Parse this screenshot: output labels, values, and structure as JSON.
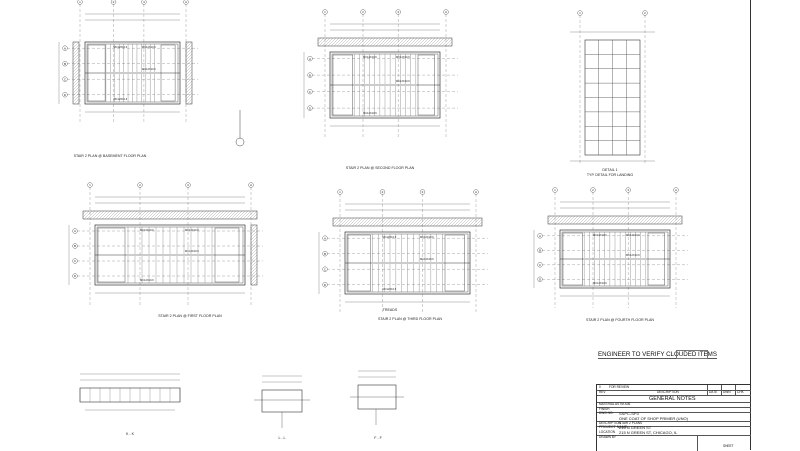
{
  "drawing": {
    "views": [
      {
        "id": "basement",
        "caption": "STAIR 2 PLAN @ BASEMENT FLOOR PLAN"
      },
      {
        "id": "second",
        "caption": "STAIR 2 PLAN @ SECOND FLOOR PLAN"
      },
      {
        "id": "detail1",
        "caption": "DETAIL 1",
        "subcaption": "TYP. DETAIL FOR LANDING"
      },
      {
        "id": "first",
        "caption": "STAIR 2 PLAN @ FIRST FLOOR PLAN"
      },
      {
        "id": "third",
        "caption": "STAIR 2 PLAN @ THIRD FLOOR PLAN"
      },
      {
        "id": "fourth",
        "caption": "STAIR 2 PLAN @ FOURTH FLOOR PLAN"
      },
      {
        "id": "kk",
        "caption": "K - K"
      },
      {
        "id": "ll",
        "caption": "L - L"
      },
      {
        "id": "ff",
        "caption": "F - F"
      }
    ],
    "tread_note": "TREADS",
    "member_label": "MC12X10.6",
    "grid_labels": [
      "A",
      "B",
      "C",
      "D",
      "E",
      "F",
      "1",
      "2",
      "3"
    ]
  },
  "notes": {
    "engineer": "ENGINEER TO VERIFY CLOUDED ITEMS"
  },
  "title_block": {
    "revision": "0",
    "revision_desc": "FOR REVIEW",
    "rev_header": "REV",
    "desc_header": "DESCRIPTION",
    "date_header": "DATE",
    "by_header": "DWN",
    "chk_header": "CHK",
    "general_notes": "GENERAL NOTES",
    "material_label": "MATERIAL",
    "material": "ASTM A36",
    "finish_label": "FINISH",
    "finish": "ONE COAT OF SHOP PRIMER (UNO)",
    "drawing_no_label": "DWG NO.",
    "drawing_no": "SSPC-SP3",
    "description_label": "DESCRIPTION",
    "description": "STAIR 2 PLANS",
    "project_label": "PROJECT NAME",
    "project": "215 N GREEN ST",
    "location_label": "LOCATION",
    "location": "215 N GREEN ST, CHICAGO, IL",
    "drawn_by_label": "DRAWN BY",
    "sheet_label": "SHEET"
  }
}
